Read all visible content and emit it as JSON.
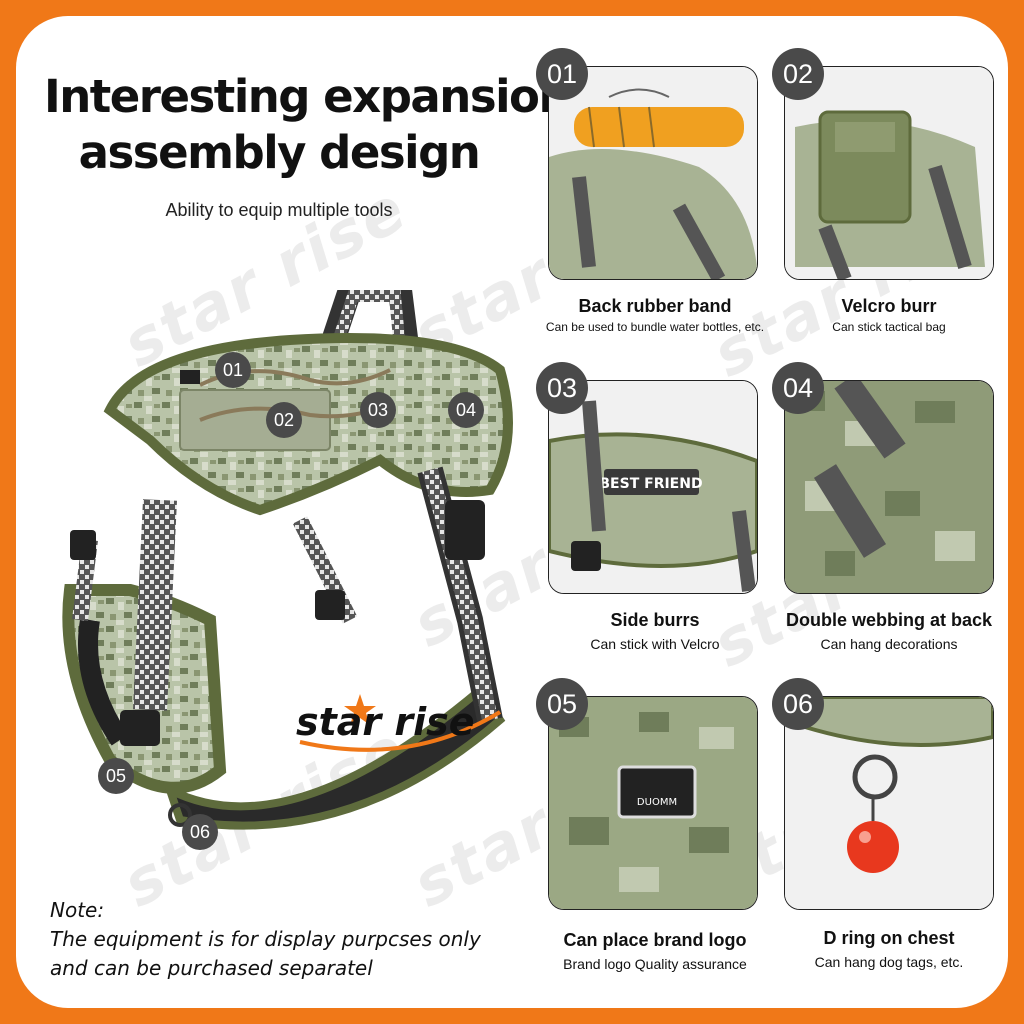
{
  "title": {
    "line1": "Interesting expansion",
    "line2": "assembly design"
  },
  "subtitle": "Ability to equip multiple tools",
  "watermark": "star rise",
  "brand": "star rise",
  "note": {
    "label": "Note:",
    "line1": "The equipment is for display purpcses only",
    "line2": "and can be purchased separatel"
  },
  "harness_markers": [
    "01",
    "02",
    "03",
    "04",
    "05",
    "06"
  ],
  "features": [
    {
      "number": "01",
      "title": "Back rubber band",
      "desc": "Can be used to bundle water bottles, etc.",
      "patch": ""
    },
    {
      "number": "02",
      "title": "Velcro burr",
      "desc": "Can stick tactical bag",
      "patch": ""
    },
    {
      "number": "03",
      "title": "Side burrs",
      "desc": "Can stick with Velcro",
      "patch": "BEST FRIEND"
    },
    {
      "number": "04",
      "title": "Double webbing at back",
      "desc": "Can hang decorations",
      "patch": ""
    },
    {
      "number": "05",
      "title": "Can place brand logo",
      "desc": "Brand logo Quality assurance",
      "patch": "DUOMM"
    },
    {
      "number": "06",
      "title": "D ring on chest",
      "desc": "Can hang dog tags, etc.",
      "patch": ""
    }
  ],
  "colors": {
    "frame": "#f07818",
    "camo_light": "#b9c4a8",
    "camo_dark": "#6f7d5a",
    "trim": "#5e6b3c",
    "tag": "#e8381e"
  }
}
